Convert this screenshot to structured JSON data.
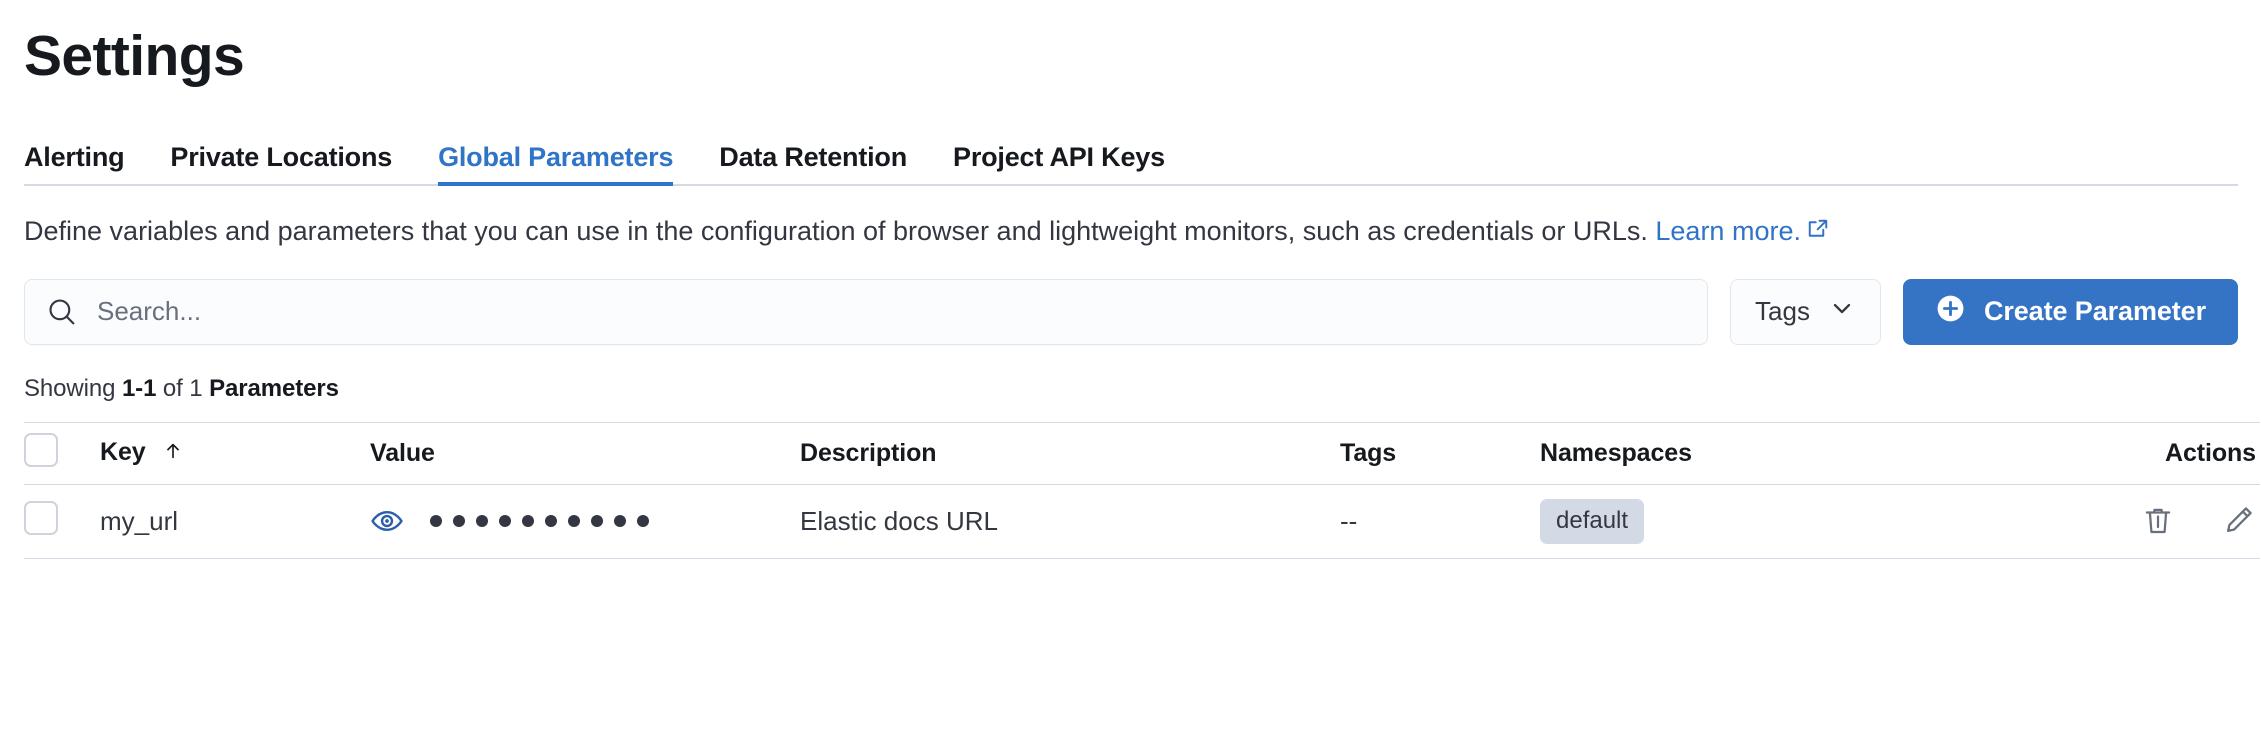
{
  "page": {
    "title": "Settings"
  },
  "tabs": [
    {
      "label": "Alerting",
      "active": false
    },
    {
      "label": "Private Locations",
      "active": false
    },
    {
      "label": "Global Parameters",
      "active": true
    },
    {
      "label": "Data Retention",
      "active": false
    },
    {
      "label": "Project API Keys",
      "active": false
    }
  ],
  "description": {
    "text": "Define variables and parameters that you can use in the configuration of browser and lightweight monitors, such as credentials or URLs.",
    "link_label": "Learn more.",
    "link_icon": "external-link-icon"
  },
  "toolbar": {
    "search_placeholder": "Search...",
    "search_value": "",
    "search_icon": "search-icon",
    "tags_label": "Tags",
    "tags_chevron_icon": "chevron-down-icon",
    "create_label": "Create Parameter",
    "create_icon": "plus-circle-icon",
    "accent_color": "#3573c4"
  },
  "results": {
    "prefix": "Showing ",
    "range": "1-1",
    "middle": " of 1 ",
    "noun": "Parameters"
  },
  "table": {
    "columns": [
      {
        "key": "select",
        "label": ""
      },
      {
        "key": "key",
        "label": "Key",
        "sort_icon": "sort-arrow-up-icon"
      },
      {
        "key": "value",
        "label": "Value"
      },
      {
        "key": "description",
        "label": "Description"
      },
      {
        "key": "tags",
        "label": "Tags"
      },
      {
        "key": "namespaces",
        "label": "Namespaces"
      },
      {
        "key": "actions",
        "label": "Actions"
      }
    ],
    "rows": [
      {
        "selected": false,
        "key": "my_url",
        "value_masked": "••••••••••",
        "value_dot_count": 10,
        "value_toggle_icon": "eye-icon",
        "description": "Elastic docs URL",
        "tags": "--",
        "namespaces": [
          "default"
        ],
        "actions": [
          {
            "name": "delete-icon",
            "label": "Delete"
          },
          {
            "name": "edit-pencil-icon",
            "label": "Edit"
          }
        ]
      }
    ]
  }
}
